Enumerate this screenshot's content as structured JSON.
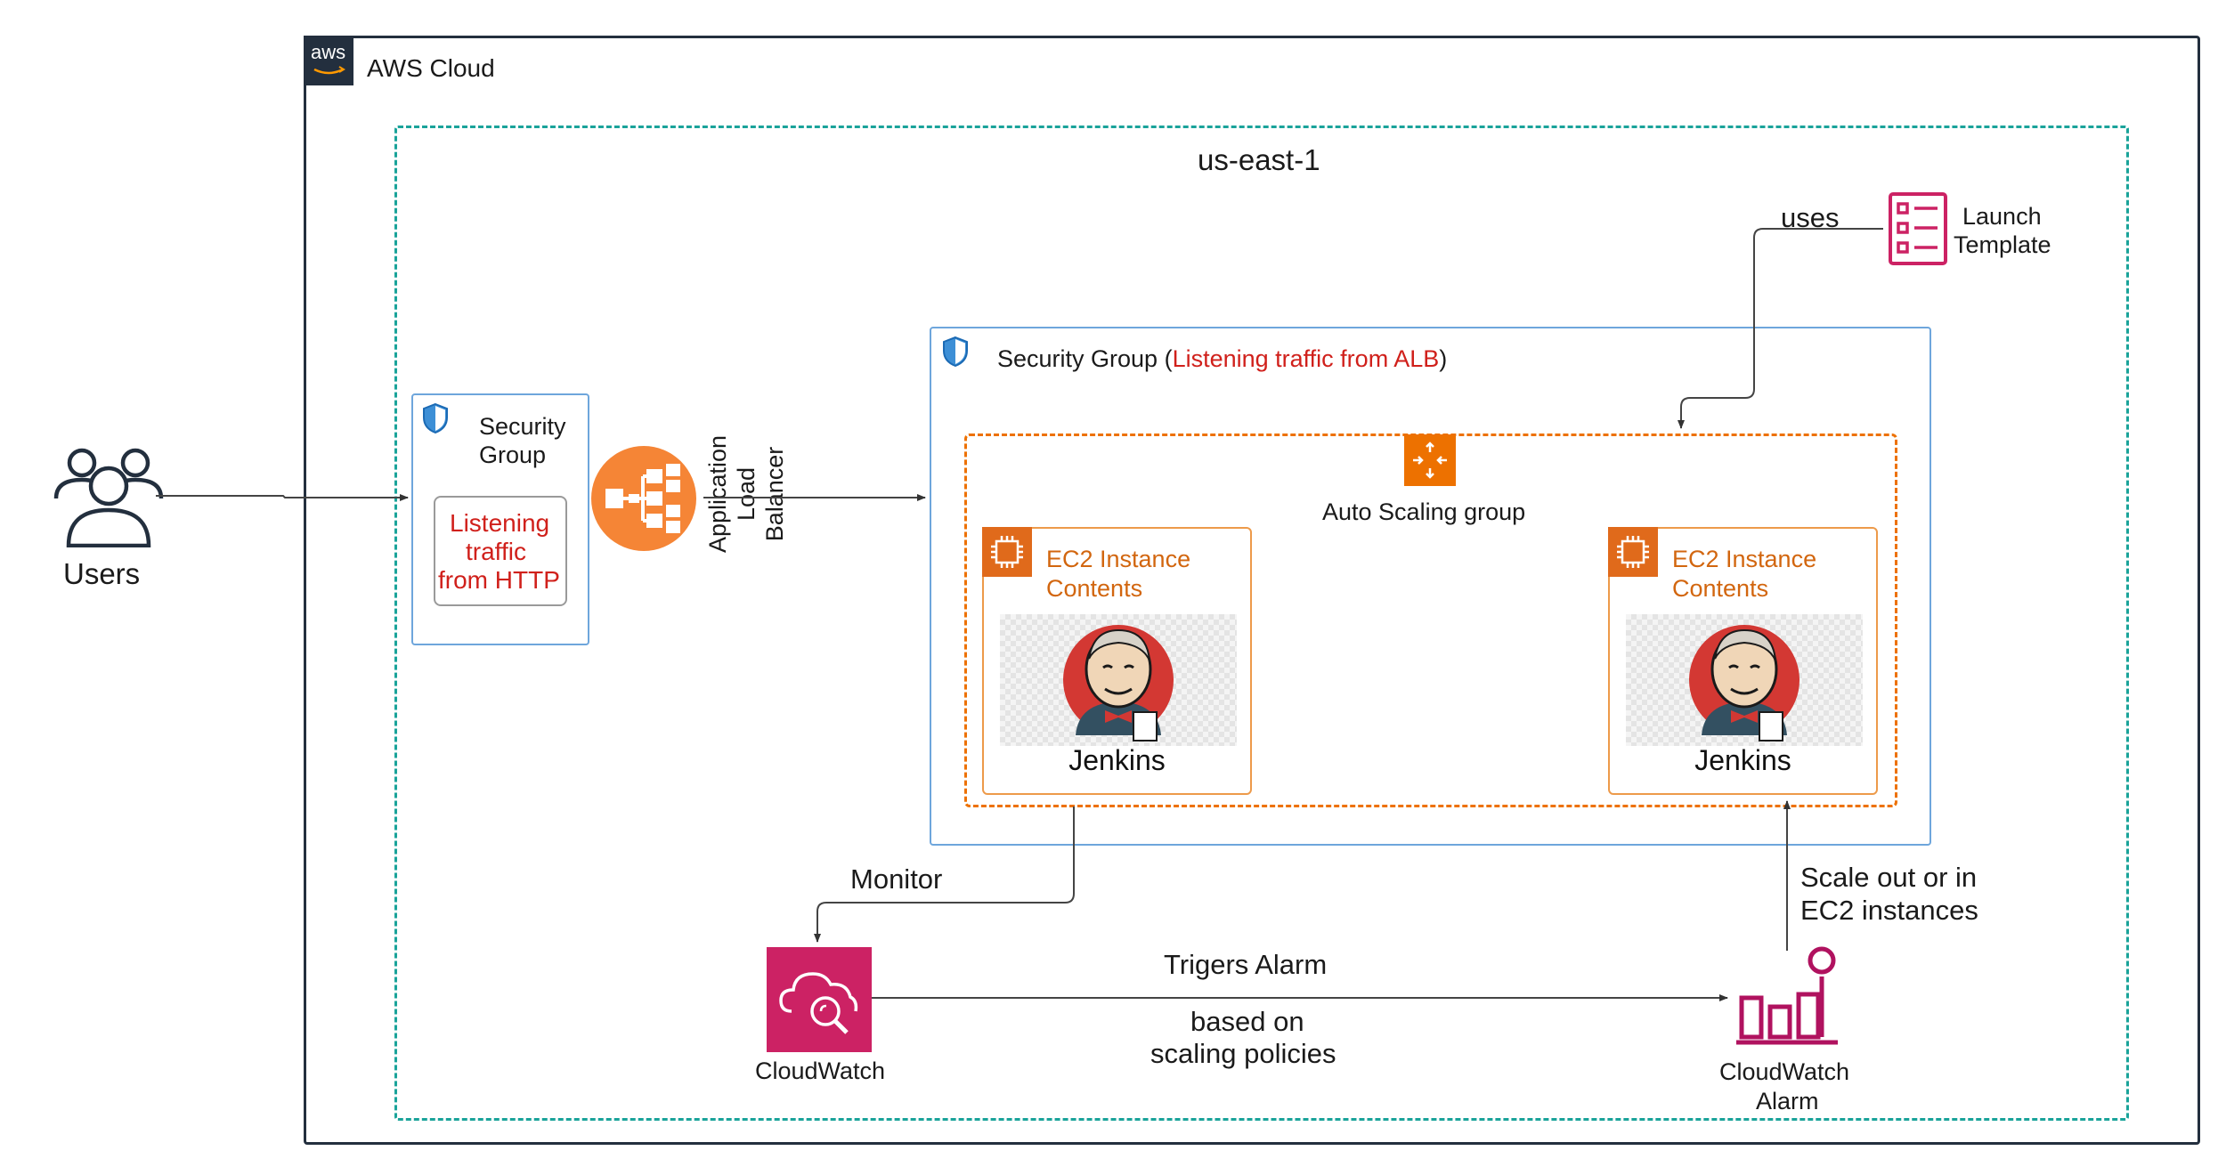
{
  "aws_cloud": {
    "logo": "aws",
    "label": "AWS Cloud"
  },
  "region": {
    "label": "us-east-1"
  },
  "users": {
    "label": "Users",
    "icon": "users-icon"
  },
  "security_group_left": {
    "title": "Security Group",
    "rule_lines": [
      "Listening",
      "traffic",
      "from HTTP"
    ]
  },
  "load_balancer": {
    "label_lines": [
      "Application",
      "Load",
      "Balancer"
    ]
  },
  "security_group_right": {
    "title": "Security Group (",
    "rule": "Listening traffic from ALB",
    "close": ")"
  },
  "launch_template": {
    "label_lines": [
      "Launch",
      "Template"
    ],
    "edge_label": "uses"
  },
  "auto_scaling_group": {
    "label": "Auto Scaling group"
  },
  "instances": [
    {
      "label_lines": [
        "EC2 Instance",
        "Contents"
      ],
      "app": "Jenkins"
    },
    {
      "label_lines": [
        "EC2 Instance",
        "Contents"
      ],
      "app": "Jenkins"
    }
  ],
  "edges": {
    "monitor": "Monitor",
    "triggers": "Trigers Alarm",
    "policies_lines": [
      "based on",
      "scaling policies"
    ],
    "scale_lines": [
      "Scale out or in",
      "EC2 instances"
    ]
  },
  "cloudwatch": {
    "label": "CloudWatch"
  },
  "cloudwatch_alarm": {
    "label_lines": [
      "CloudWatch",
      "Alarm"
    ]
  },
  "colors": {
    "aws_border": "#232f3e",
    "region": "#1aa39a",
    "security_group": "#6ea6dc",
    "asg": "#ed7100",
    "ec2": "#e06a1b",
    "alert_text": "#d0201b",
    "cloudwatch": "#cc2264",
    "alarm": "#b0125f",
    "elb": "#f58536"
  }
}
